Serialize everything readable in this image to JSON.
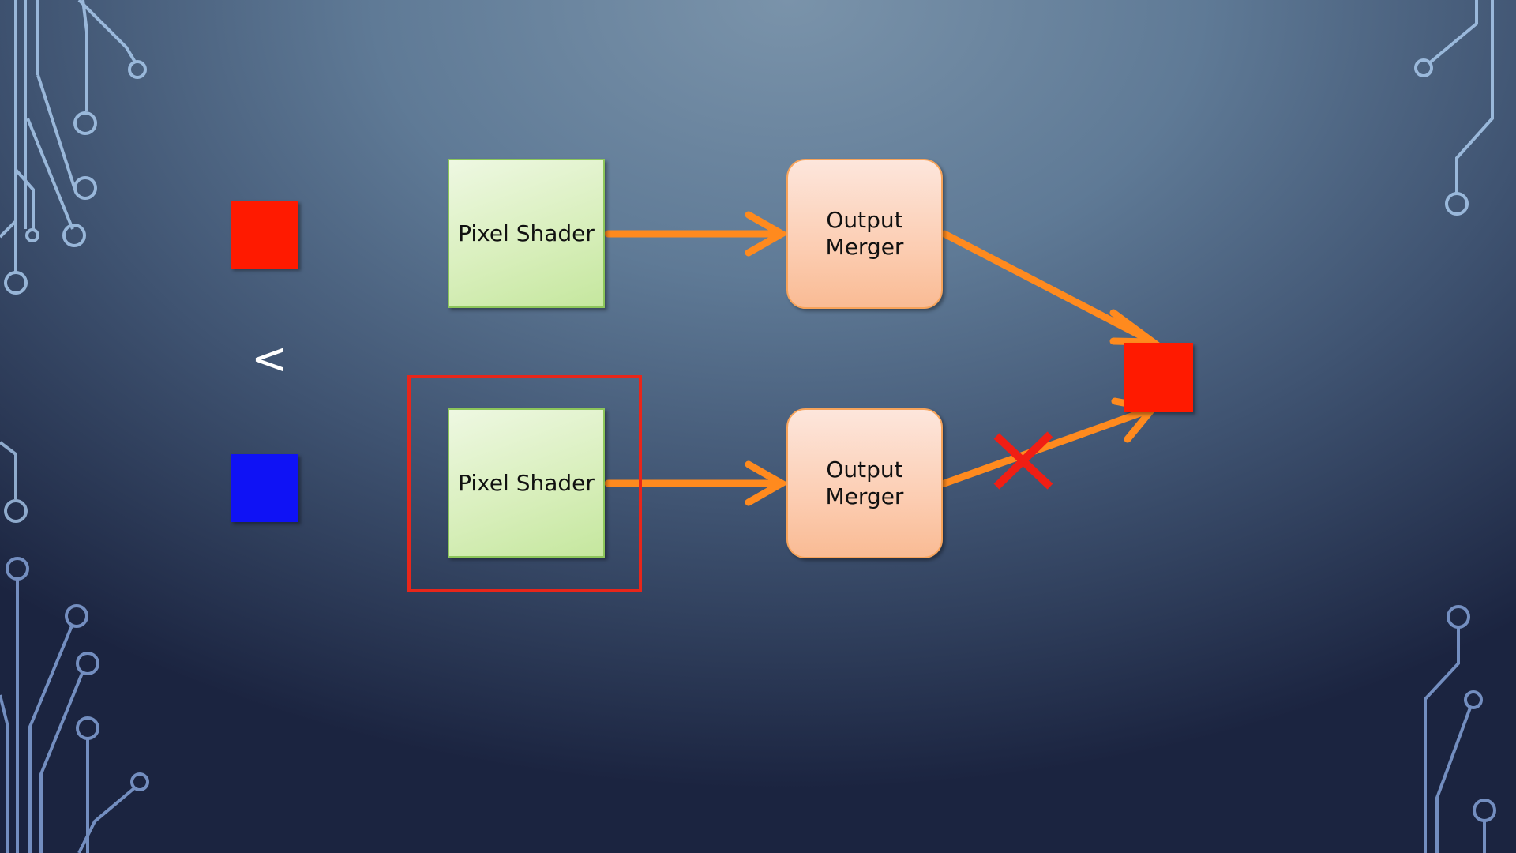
{
  "colors": {
    "red": "#ff1a00",
    "blue": "#0f12f5",
    "arrow": "#ff8a1e",
    "highlight": "#e8261a",
    "cross": "#f01e14",
    "circuit": "#a9c9ec"
  },
  "comparison": {
    "operator": "<"
  },
  "top_row": {
    "pixel_shader": "Pixel Shader",
    "output_merger": "Output\nMerger"
  },
  "bottom_row": {
    "pixel_shader": "Pixel Shader",
    "output_merger": "Output\nMerger"
  },
  "decor": {
    "icon": "circuit-trace-decoration"
  }
}
